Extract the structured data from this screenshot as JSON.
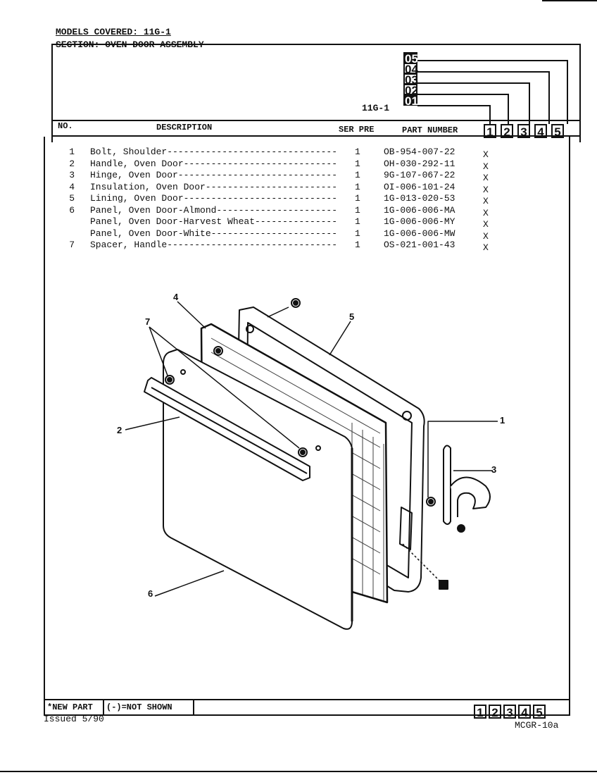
{
  "header": {
    "models_covered": "MODELS COVERED: 11G-1",
    "section": "SECTION: OVEN DOOR ASSEMBLY",
    "model_label": "11G-1",
    "serial_markers": [
      "05",
      "04",
      "03",
      "02",
      "01"
    ]
  },
  "columns": {
    "no": "NO.",
    "description": "DESCRIPTION",
    "ser_pre": "SER PRE",
    "part_number": "PART NUMBER",
    "models": [
      "1",
      "2",
      "3",
      "4",
      "5"
    ]
  },
  "parts": [
    {
      "no": "1",
      "description": "Bolt, Shoulder",
      "qty": "1",
      "part_number": "OB-954-007-22",
      "mark": "X"
    },
    {
      "no": "2",
      "description": "Handle, Oven Door",
      "qty": "1",
      "part_number": "OH-030-292-11",
      "mark": "X"
    },
    {
      "no": "3",
      "description": "Hinge, Oven Door",
      "qty": "1",
      "part_number": "9G-107-067-22",
      "mark": "X"
    },
    {
      "no": "4",
      "description": "Insulation, Oven Door",
      "qty": "1",
      "part_number": "OI-006-101-24",
      "mark": "X"
    },
    {
      "no": "5",
      "description": "Lining, Oven Door",
      "qty": "1",
      "part_number": "1G-013-020-53",
      "mark": "X"
    },
    {
      "no": "6",
      "description": "Panel, Oven Door-Almond",
      "qty": "1",
      "part_number": "1G-006-006-MA",
      "mark": "X"
    },
    {
      "no": "",
      "description": "Panel, Oven Door-Harvest Wheat",
      "qty": "1",
      "part_number": "1G-006-006-MY",
      "mark": "X"
    },
    {
      "no": "",
      "description": "Panel, Oven Door-White",
      "qty": "1",
      "part_number": "1G-006-006-MW",
      "mark": "X"
    },
    {
      "no": "7",
      "description": "Spacer, Handle",
      "qty": "1",
      "part_number": "OS-021-001-43",
      "mark": "X"
    }
  ],
  "diagram_callouts": [
    "4",
    "7",
    "5",
    "2",
    "1",
    "3",
    "6"
  ],
  "footer": {
    "new_part": "*NEW PART",
    "not_shown": "(-)=NOT SHOWN",
    "models": [
      "1",
      "2",
      "3",
      "4",
      "5"
    ],
    "issued": "Issued 5/90",
    "page_code": "MCGR-10a"
  }
}
